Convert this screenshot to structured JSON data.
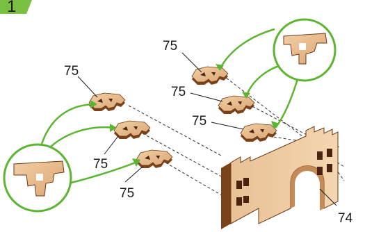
{
  "step": {
    "number": "1"
  },
  "part_labels": {
    "upper_left_a": "75",
    "upper_left_b": "75",
    "upper_left_c": "75",
    "lower_a": "75",
    "lower_b": "75",
    "lower_c": "75",
    "wall": "74"
  },
  "colors": {
    "step_badge": "#7ac143",
    "callout_ring": "#5cb531",
    "wood_face": "#e8b98a",
    "wood_edge": "#7a4218",
    "wood_dark": "#4a2410"
  },
  "icons": [
    "zoom-callout-icon",
    "zoom-callout-icon"
  ]
}
